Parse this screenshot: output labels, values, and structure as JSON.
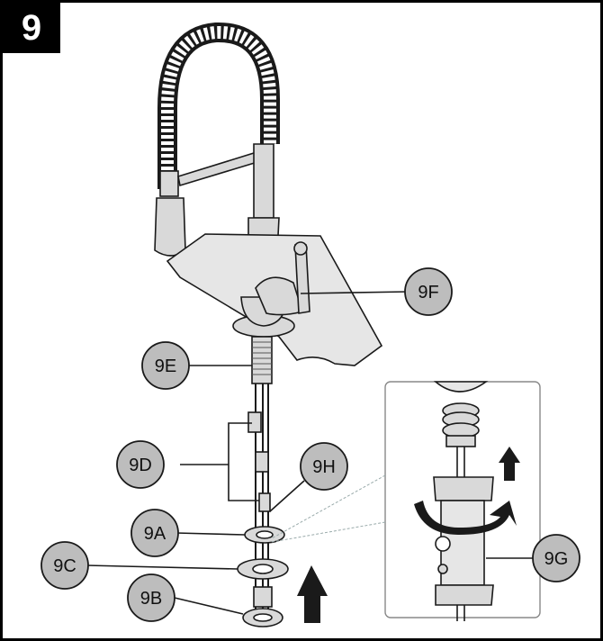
{
  "step": {
    "number": "9"
  },
  "callouts": [
    {
      "id": "9F",
      "label": "9F"
    },
    {
      "id": "9E",
      "label": "9E"
    },
    {
      "id": "9D",
      "label": "9D"
    },
    {
      "id": "9H",
      "label": "9H"
    },
    {
      "id": "9A",
      "label": "9A"
    },
    {
      "id": "9C",
      "label": "9C"
    },
    {
      "id": "9B",
      "label": "9B"
    },
    {
      "id": "9G",
      "label": "9G"
    }
  ],
  "colors": {
    "callout_fill": "#bdbdbd",
    "ink": "#1a1a1a",
    "part_fill": "#d9d9d9",
    "frame": "#000000"
  }
}
